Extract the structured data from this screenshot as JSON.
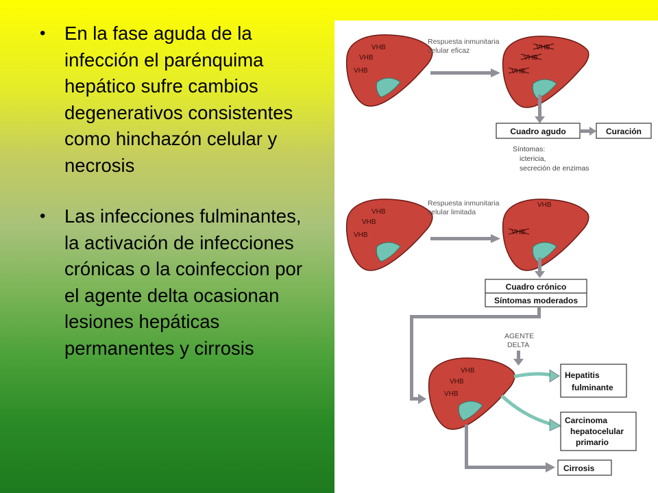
{
  "bullets": [
    "En la fase aguda de la infección el parénquima hepático sufre cambios degenerativos consistentes como hinchazón celular y necrosis",
    "Las infecciones fulminantes, la activación de infecciones crónicas o la coinfeccion por el agente delta ocasionan lesiones hepáticas permanentes y cirrosis"
  ],
  "diagram": {
    "virus_label": "VHB",
    "virus_label_crossed": "VHB",
    "response_effective": [
      "Respuesta inmunitaria",
      "celular eficaz"
    ],
    "response_limited": [
      "Respuesta inmunitaria",
      "celular limitada"
    ],
    "acute_box": "Cuadro agudo",
    "cure_box": "Curación",
    "symptoms": [
      "Síntomas:",
      "ictericia,",
      "secreción de enzimas"
    ],
    "chronic_box": "Cuadro crónico",
    "moderate_box": "Síntomas moderados",
    "delta_agent": [
      "AGENTE",
      "DELTA"
    ],
    "fulminant_box": [
      "Hepatitis",
      "fulminante"
    ],
    "carcinoma_box": [
      "Carcinoma",
      "hepatocelular",
      "primario"
    ],
    "cirrhosis_box": "Cirrosis"
  },
  "colors": {
    "liver": "#c8433a",
    "liver_outline": "#6b1a14",
    "gallbladder": "#6fc4b4",
    "arrow": "#8f8f98"
  }
}
